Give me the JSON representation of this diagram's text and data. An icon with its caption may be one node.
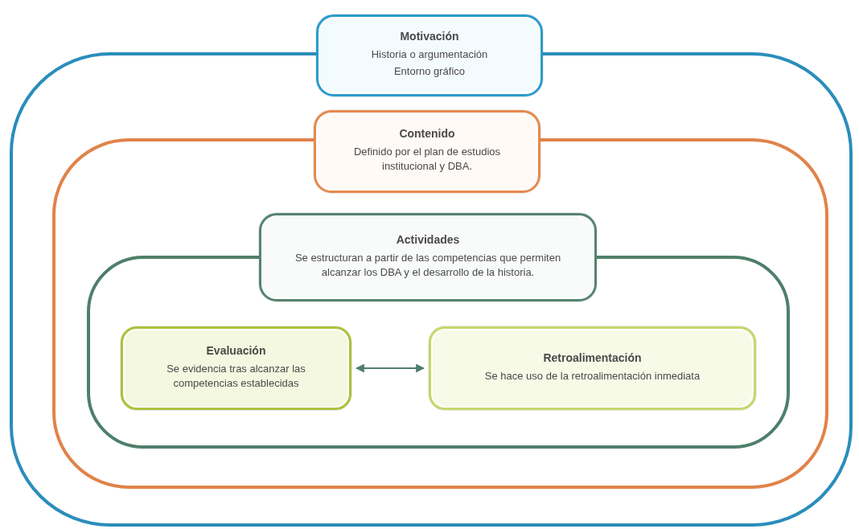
{
  "diagram": {
    "nodes": [
      {
        "text": [],
        "shape": "box"
      },
      {
        "text": [
          "Motivación",
          "Historia o argumentación",
          "Entorno gráfico"
        ]
      },
      {
        "text": [],
        "shape": "box",
        "in": 0
      },
      {
        "text": [
          "Contenido",
          "Definido por el plan de estudios institucional y DBA."
        ],
        "in": 0
      },
      {
        "text": [],
        "shape": "box",
        "in": 2
      },
      {
        "text": [
          "Actividades",
          "Se estructuran a partir de las competencias que permiten alcanzar los DBA y el desarrollo de la historia."
        ],
        "in": 2
      },
      {
        "text": [
          "Evaluación",
          "Se evidencia tras alcanzar las competencias establecidas"
        ],
        "in": 4
      },
      {
        "text": [
          "Retroalimentación",
          "Se hace uso de la retroalimentación inmediata"
        ],
        "in": 4
      }
    ],
    "edges": [
      {
        "from": 6,
        "to": 7,
        "arrow": "both",
        "color": "#4f7f6a"
      }
    ]
  }
}
